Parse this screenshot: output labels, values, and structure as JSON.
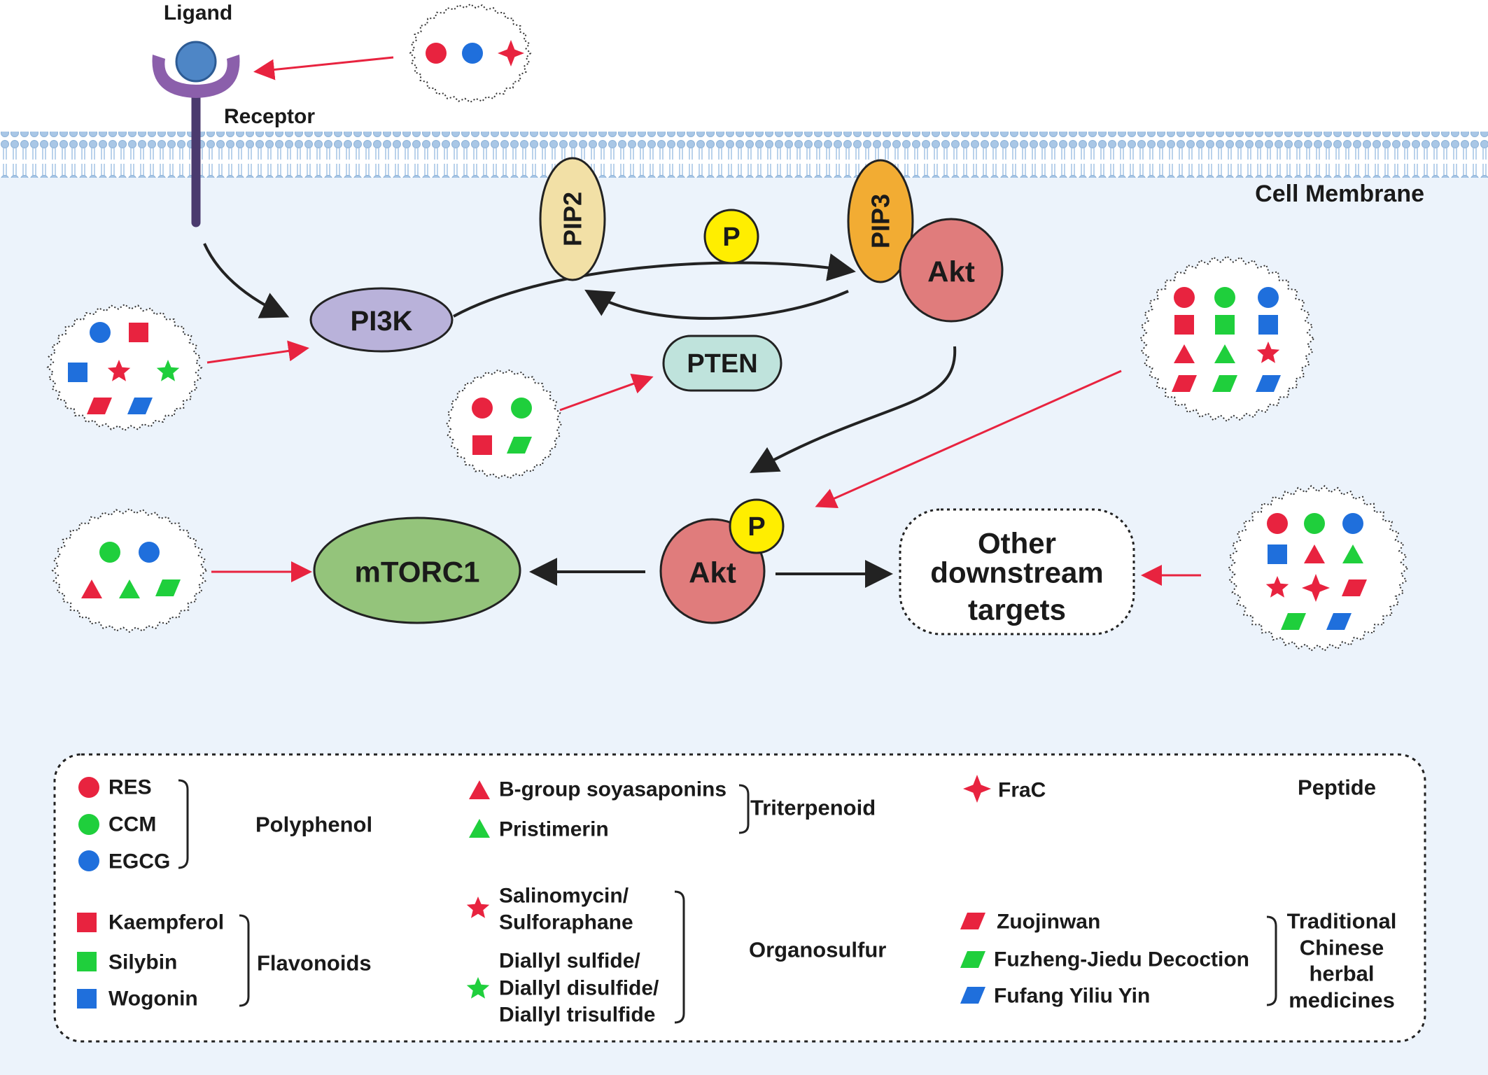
{
  "labels": {
    "ligand": "Ligand",
    "receptor": "Receptor",
    "cell_membrane": "Cell Membrane",
    "pip2": "PIP2",
    "pip3": "PIP3",
    "akt": "Akt",
    "p": "P",
    "pi3k": "PI3K",
    "pten": "PTEN",
    "mtorc1": "mTORC1",
    "other_targets": [
      "Other",
      "downstream",
      "targets"
    ]
  },
  "legend": {
    "groups": {
      "polyphenol": "Polyphenol",
      "flavonoids": "Flavonoids",
      "triterpenoid": "Triterpenoid",
      "organosulfur": "Organosulfur",
      "peptide": "Peptide",
      "tcm": [
        "Traditional",
        "Chinese",
        "herbal",
        "medicines"
      ]
    },
    "items": {
      "res": "RES",
      "ccm": "CCM",
      "egcg": "EGCG",
      "kaempferol": "Kaempferol",
      "silybin": "Silybin",
      "wogonin": "Wogonin",
      "soyasaponins": "B-group soyasaponins",
      "pristimerin": "Pristimerin",
      "salinomycin": [
        "Salinomycin/",
        "Sulforaphane"
      ],
      "diallyl": [
        "Diallyl sulfide/",
        "Diallyl disulfide/",
        "Diallyl trisulfide"
      ],
      "frac": "FraC",
      "zuojinwan": "Zuojinwan",
      "fuzheng": "Fuzheng-Jiedu Decoction",
      "fufang": "Fufang Yiliu Yin"
    }
  },
  "colors": {
    "red": "#e8233f",
    "green": "#1fcf3c",
    "blue": "#1f6fdc",
    "cell_bg": "#ecf3fb",
    "membrane": "#a9c7e6",
    "pi3k": "#b9b2da",
    "pip2": "#f2e0a6",
    "pip3": "#f2ac33",
    "akt": "#e07c7c",
    "phospho": "#ffee00",
    "pten": "#bfe3dc",
    "mtorc1": "#94c47b",
    "receptor": "#8b5fab",
    "ligand": "#4e86c6"
  }
}
